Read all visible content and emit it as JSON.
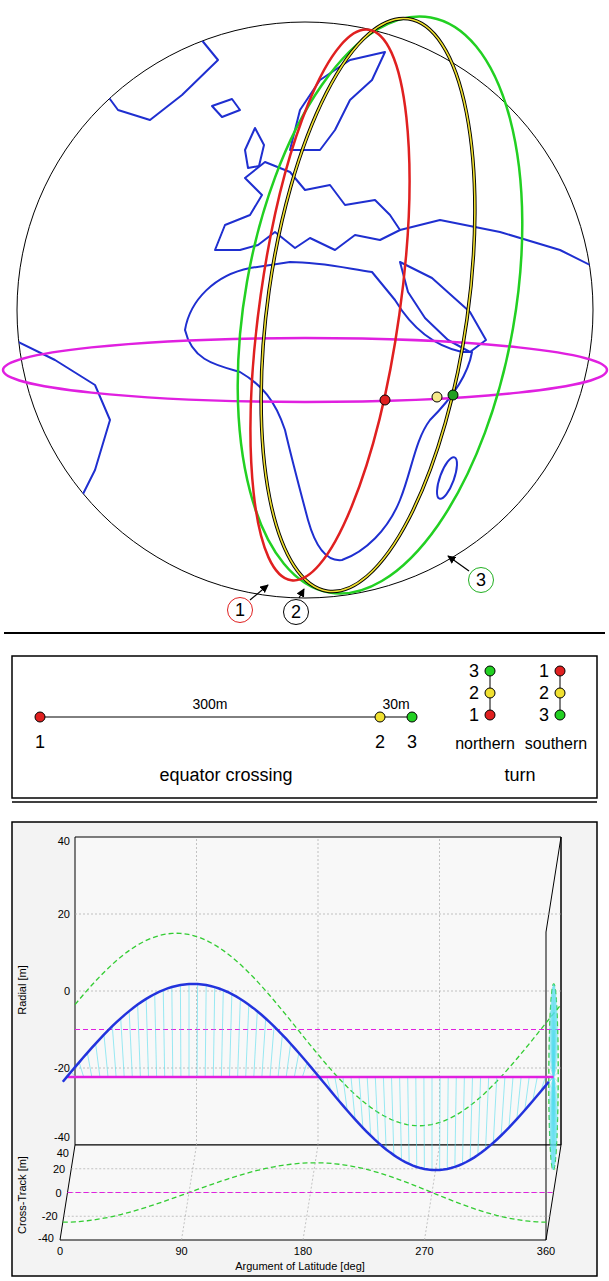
{
  "diagram": {
    "nodes": [
      {
        "text": [
          "1"
        ]
      },
      {
        "text": [
          "2"
        ]
      },
      {
        "text": [
          "3"
        ]
      }
    ],
    "labels": [
      "300m",
      "30m",
      "1",
      "2",
      "3",
      "equator crossing",
      "3",
      "2",
      "1",
      "northern",
      "1",
      "2",
      "3",
      "southern",
      "turn",
      "Radial [m]",
      "40",
      "20",
      "0",
      "-20",
      "-40",
      "Cross-Track [m]",
      "40",
      "20",
      "0",
      "-20",
      "-40",
      "0",
      "90",
      "180",
      "270",
      "360",
      "Argument of Latitude [deg]"
    ]
  }
}
